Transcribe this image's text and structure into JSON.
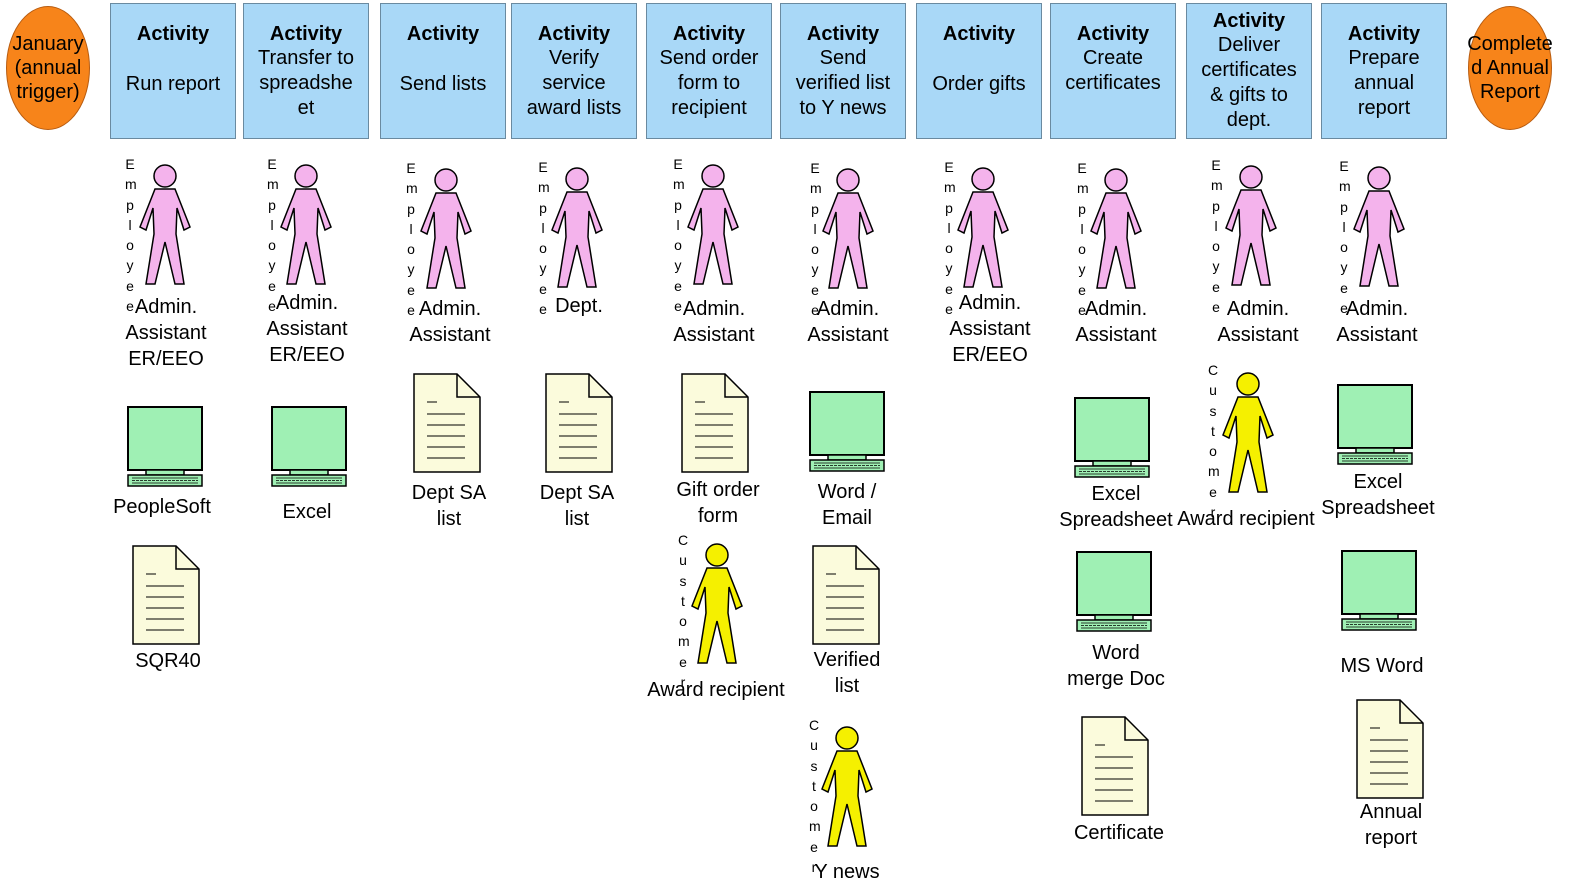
{
  "start_event": "January\n(annual\ntrigger)",
  "end_event": "Complete\nd Annual\nReport",
  "activity_heading": "Activity",
  "activities": [
    "Run report",
    "Transfer to\nspreadshe\net",
    "Send lists",
    "Verify\nservice\naward lists",
    "Send order\nform to\nrecipient",
    "Send\nverified list\nto Y news",
    "Order gifts",
    "Create\ncertificates",
    "Deliver\ncertificates\n& gifts to\ndept.",
    "Prepare\nannual\nreport"
  ],
  "actor_type_employee": "Employee",
  "actor_type_customer": "Customer",
  "roles": [
    "Admin.\nAssistant\nER/EEO",
    "Admin.\nAssistant\nER/EEO",
    "Admin.\nAssistant",
    "Dept.",
    "Admin.\nAssistant",
    "Admin.\nAssistant",
    "Admin.\nAssistant\nER/EEO",
    "Admin.\nAssistant",
    "Admin.\nAssistant",
    "Admin.\nAssistant"
  ],
  "resources": {
    "peoplesoft": "PeopleSoft",
    "sqr40": "SQR40",
    "excel": "Excel",
    "dept_sa_list_1": "Dept SA\nlist",
    "dept_sa_list_2": "Dept SA\nlist",
    "gift_order_form": "Gift order\nform",
    "award_recipient_1": "Award recipient",
    "word_email": "Word /\nEmail",
    "verified_list": "Verified\nlist",
    "y_news": "Y news",
    "excel_spreadsheet_1": "Excel\nSpreadsheet",
    "word_merge_doc": "Word\nmerge Doc",
    "certificate": "Certificate",
    "award_recipient_2": "Award recipient",
    "excel_spreadsheet_2": "Excel\nSpreadsheet",
    "ms_word": "MS Word",
    "annual_report": "Annual\nreport"
  },
  "colors": {
    "event_fill": "#f7841a",
    "activity_fill": "#a9d8f7",
    "employee_fill": "#f4b3ec",
    "customer_fill": "#f5f000",
    "computer_fill": "#9ff0b4",
    "document_fill": "#fbfbdc"
  }
}
